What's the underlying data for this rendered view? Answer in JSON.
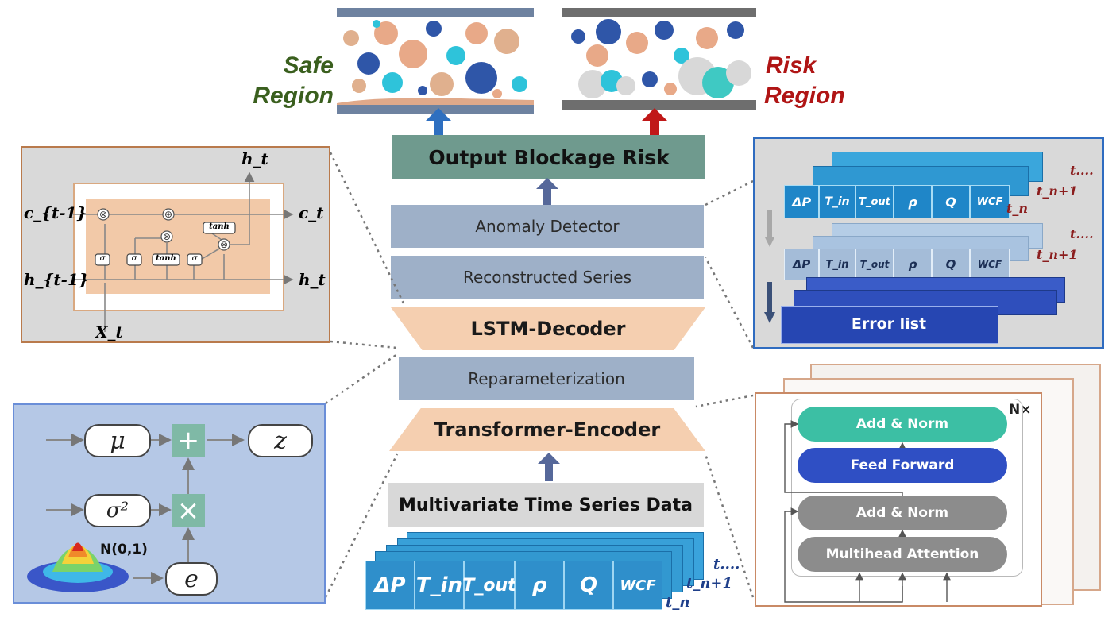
{
  "top": {
    "safe_label": [
      "Safe",
      "Region"
    ],
    "risk_label": [
      "Risk",
      "Region"
    ],
    "colors": {
      "safe": "#3a5f1e",
      "risk": "#b01515"
    }
  },
  "pipeline": {
    "output": "Output Blockage Risk",
    "anomaly": "Anomaly Detector",
    "reconstructed": "Reconstructed Series",
    "decoder": "LSTM-Decoder",
    "reparam": "Reparameterization",
    "encoder": "Transformer-Encoder",
    "input": "Multivariate Time Series Data"
  },
  "input_tensor": {
    "features": [
      "ΔP",
      "T_in",
      "T_out",
      "ρ",
      "Q",
      "WCF"
    ],
    "time_labels": [
      "t_n",
      "t_n+1",
      "t...."
    ]
  },
  "lstm_cell": {
    "c_prev": "c_{t-1}",
    "c_next": "c_t",
    "h_prev": "h_{t-1}",
    "h_next": "h_t",
    "h_top": "h_t",
    "x_in": "X_t",
    "gates": [
      "σ",
      "σ",
      "tanh",
      "σ"
    ],
    "tanh_out": "tanh"
  },
  "reparam_panel": {
    "mu": "μ",
    "sigma": "σ²",
    "z": "z",
    "e": "e",
    "dist": "N(0,1)",
    "plus": "+",
    "times": "×"
  },
  "error_panel": {
    "features": [
      "ΔP",
      "T_in",
      "T_out",
      "ρ",
      "Q",
      "WCF"
    ],
    "error_label": "Error list",
    "time_labels": [
      "t_n",
      "t_n+1",
      "t...."
    ]
  },
  "transformer_panel": {
    "repeat": "N×",
    "blocks": [
      "Add & Norm",
      "Feed Forward",
      "Add & Norm",
      "Multihead Attention"
    ],
    "colors": [
      "#3cbfa4",
      "#2f4fc4",
      "#8c8c8c",
      "#8c8c8c"
    ]
  }
}
